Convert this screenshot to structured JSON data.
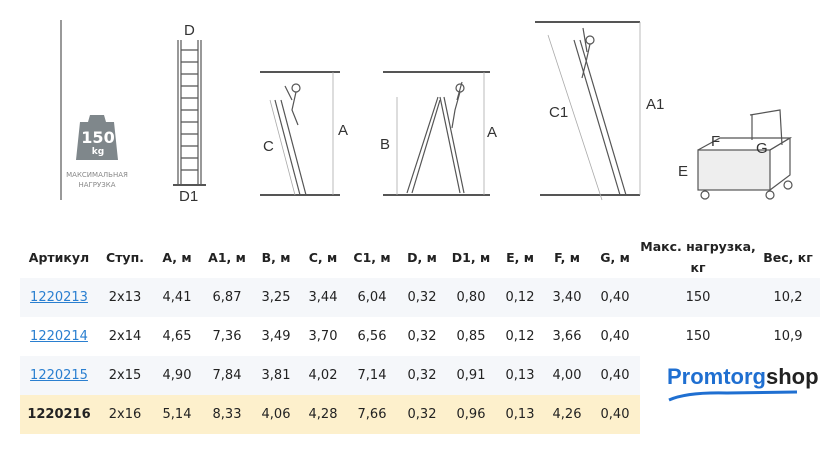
{
  "diagram_labels": {
    "d": "D",
    "d1": "D1",
    "a": "A",
    "c": "C",
    "b": "B",
    "a2": "A",
    "c1": "C1",
    "a1": "A1",
    "e": "E",
    "f": "F",
    "g": "G"
  },
  "weight_badge": {
    "value": "150",
    "unit": "kg",
    "caption_line1": "МАКСИМАЛЬНАЯ",
    "caption_line2": "НАГРУЗКА"
  },
  "table": {
    "headers": [
      "Артикул",
      "Ступ.",
      "A, м",
      "A1, м",
      "B, м",
      "C, м",
      "C1, м",
      "D, м",
      "D1, м",
      "E, м",
      "F, м",
      "G, м",
      "Макс. нагрузка, кг",
      "Вес, кг"
    ],
    "rows": [
      [
        "1220213",
        "2x13",
        "4,41",
        "6,87",
        "3,25",
        "3,44",
        "6,04",
        "0,32",
        "0,80",
        "0,12",
        "3,40",
        "0,40",
        "150",
        "10,2"
      ],
      [
        "1220214",
        "2x14",
        "4,65",
        "7,36",
        "3,49",
        "3,70",
        "6,56",
        "0,32",
        "0,85",
        "0,12",
        "3,66",
        "0,40",
        "150",
        "10,9"
      ],
      [
        "1220215",
        "2x15",
        "4,90",
        "7,84",
        "3,81",
        "4,02",
        "7,14",
        "0,32",
        "0,91",
        "0,13",
        "4,00",
        "0,40"
      ],
      [
        "1220216",
        "2x16",
        "5,14",
        "8,33",
        "4,06",
        "4,28",
        "7,66",
        "0,32",
        "0,96",
        "0,13",
        "4,26",
        "0,40"
      ]
    ]
  },
  "logo": {
    "part1": "Promtorg",
    "part2": "shop"
  },
  "colors": {
    "link": "#2a7fd0",
    "highlight": "#fdf0cc",
    "shade": "#f5f7fa",
    "logo_blue": "#1f6fd1"
  }
}
